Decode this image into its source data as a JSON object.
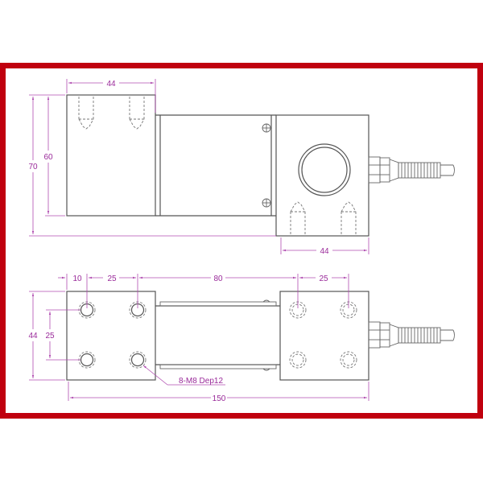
{
  "frame": {
    "border_color": "#c0000f"
  },
  "colors": {
    "dimension": "#9a2a9a",
    "outline": "#555555"
  },
  "top_view": {
    "dimensions": {
      "left_block_width": "44",
      "overall_height": "70",
      "block_height": "60",
      "right_block_width": "44"
    }
  },
  "bottom_view": {
    "dimensions": {
      "edge_to_hole": "10",
      "hole_pitch_left": "25",
      "hole_span_center": "80",
      "hole_pitch_right": "25",
      "block_height": "44",
      "hole_pitch_vertical": "25",
      "overall_length": "150"
    },
    "callout": "8-M8 Dep12"
  }
}
